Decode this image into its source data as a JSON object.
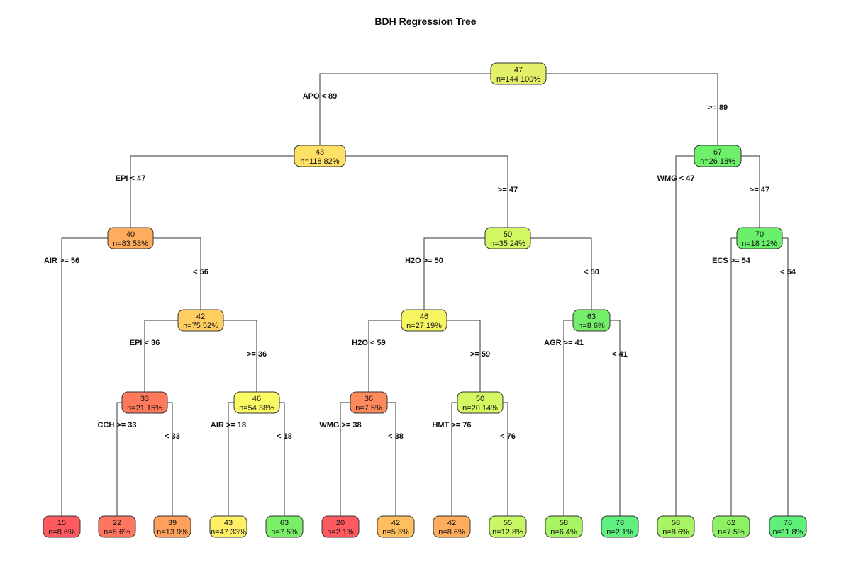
{
  "title": "BDH Regression Tree",
  "nodes": [
    {
      "id": "n1",
      "value": "47",
      "stats": "n=144  100%",
      "color": "#e3f06a"
    },
    {
      "id": "n2",
      "value": "43",
      "stats": "n=118  82%",
      "color": "#ffe066"
    },
    {
      "id": "n3",
      "value": "67",
      "stats": "n=26  18%",
      "color": "#6ef06a"
    },
    {
      "id": "n4",
      "value": "40",
      "stats": "n=83  58%",
      "color": "#ffad5c"
    },
    {
      "id": "n5",
      "value": "50",
      "stats": "n=35  24%",
      "color": "#d2f763"
    },
    {
      "id": "n7",
      "value": "70",
      "stats": "n=18  12%",
      "color": "#6af06a"
    },
    {
      "id": "n9",
      "value": "42",
      "stats": "n=75  52%",
      "color": "#ffcd60"
    },
    {
      "id": "n10",
      "value": "46",
      "stats": "n=27  19%",
      "color": "#f5f562"
    },
    {
      "id": "n11",
      "value": "63",
      "stats": "n=8  6%",
      "color": "#74ee6a"
    },
    {
      "id": "n18",
      "value": "33",
      "stats": "n=21  15%",
      "color": "#ff7a5c"
    },
    {
      "id": "n19",
      "value": "46",
      "stats": "n=54  38%",
      "color": "#fafa64"
    },
    {
      "id": "n20",
      "value": "36",
      "stats": "n=7  5%",
      "color": "#ff8a5c"
    },
    {
      "id": "n21",
      "value": "50",
      "stats": "n=20  14%",
      "color": "#d6f763"
    },
    {
      "id": "l1",
      "value": "15",
      "stats": "n=8  6%",
      "color": "#ff5a5f"
    },
    {
      "id": "l2",
      "value": "22",
      "stats": "n=8  6%",
      "color": "#ff7560"
    },
    {
      "id": "l3",
      "value": "39",
      "stats": "n=13  9%",
      "color": "#ffa05c"
    },
    {
      "id": "l4",
      "value": "43",
      "stats": "n=47  33%",
      "color": "#fff066"
    },
    {
      "id": "l5",
      "value": "63",
      "stats": "n=7  5%",
      "color": "#7aee66"
    },
    {
      "id": "l6",
      "value": "20",
      "stats": "n=2  1%",
      "color": "#ff5a60"
    },
    {
      "id": "l7",
      "value": "42",
      "stats": "n=5  3%",
      "color": "#ffbe60"
    },
    {
      "id": "l8",
      "value": "42",
      "stats": "n=8  6%",
      "color": "#ffad5c"
    },
    {
      "id": "l9",
      "value": "55",
      "stats": "n=12  8%",
      "color": "#c8f763"
    },
    {
      "id": "l10",
      "value": "58",
      "stats": "n=6  4%",
      "color": "#a8f563"
    },
    {
      "id": "l11",
      "value": "78",
      "stats": "n=2  1%",
      "color": "#5ff080"
    },
    {
      "id": "l12",
      "value": "58",
      "stats": "n=8  6%",
      "color": "#a8f563"
    },
    {
      "id": "l13",
      "value": "62",
      "stats": "n=7  5%",
      "color": "#8ef063"
    },
    {
      "id": "l14",
      "value": "76",
      "stats": "n=11  8%",
      "color": "#5ff07a"
    }
  ],
  "splits": [
    {
      "from": "n1",
      "left_label": "APO < 89",
      "right_label": ">= 89"
    },
    {
      "from": "n2",
      "left_label": "EPI < 47",
      "right_label": ">= 47"
    },
    {
      "from": "n3",
      "left_label": "WMG < 47",
      "right_label": ">= 47"
    },
    {
      "from": "n4",
      "left_label": "AIR >= 56",
      "right_label": "< 56"
    },
    {
      "from": "n5",
      "left_label": "H2O >= 50",
      "right_label": "< 50"
    },
    {
      "from": "n7",
      "left_label": "ECS >= 54",
      "right_label": "< 54"
    },
    {
      "from": "n9",
      "left_label": "EPI < 36",
      "right_label": ">= 36"
    },
    {
      "from": "n10",
      "left_label": "H2O < 59",
      "right_label": ">= 59"
    },
    {
      "from": "n11",
      "left_label": "AGR >= 41",
      "right_label": "< 41"
    },
    {
      "from": "n18",
      "left_label": "CCH >= 33",
      "right_label": "< 33"
    },
    {
      "from": "n19",
      "left_label": "AIR >= 18",
      "right_label": "< 18"
    },
    {
      "from": "n20",
      "left_label": "WMG >= 38",
      "right_label": "< 38"
    },
    {
      "from": "n21",
      "left_label": "HMT >= 76",
      "right_label": "< 76"
    }
  ]
}
